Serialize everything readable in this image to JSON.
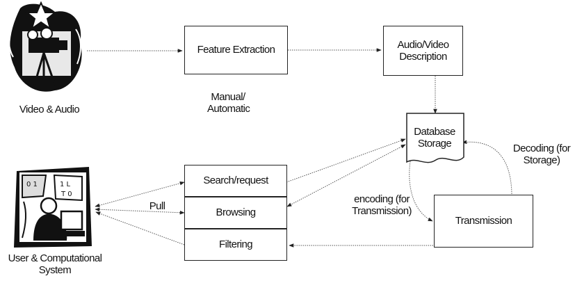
{
  "nodes": {
    "video_audio": "Video & Audio",
    "feature_extraction": "Feature Extraction",
    "av_description": "Audio/Video Description",
    "manual_automatic": "Manual/ Automatic",
    "database_storage": "Database Storage",
    "decoding": "Decoding (for Storage)",
    "search_request": "Search/request",
    "browsing": "Browsing",
    "filtering": "Filtering",
    "pull": "Pull",
    "encoding": "encoding (for Transmission)",
    "transmission": "Transmission",
    "user_system": "User & Computational System"
  },
  "icons": {
    "media": "film-camera-icon",
    "user": "user-at-computer-icon"
  }
}
